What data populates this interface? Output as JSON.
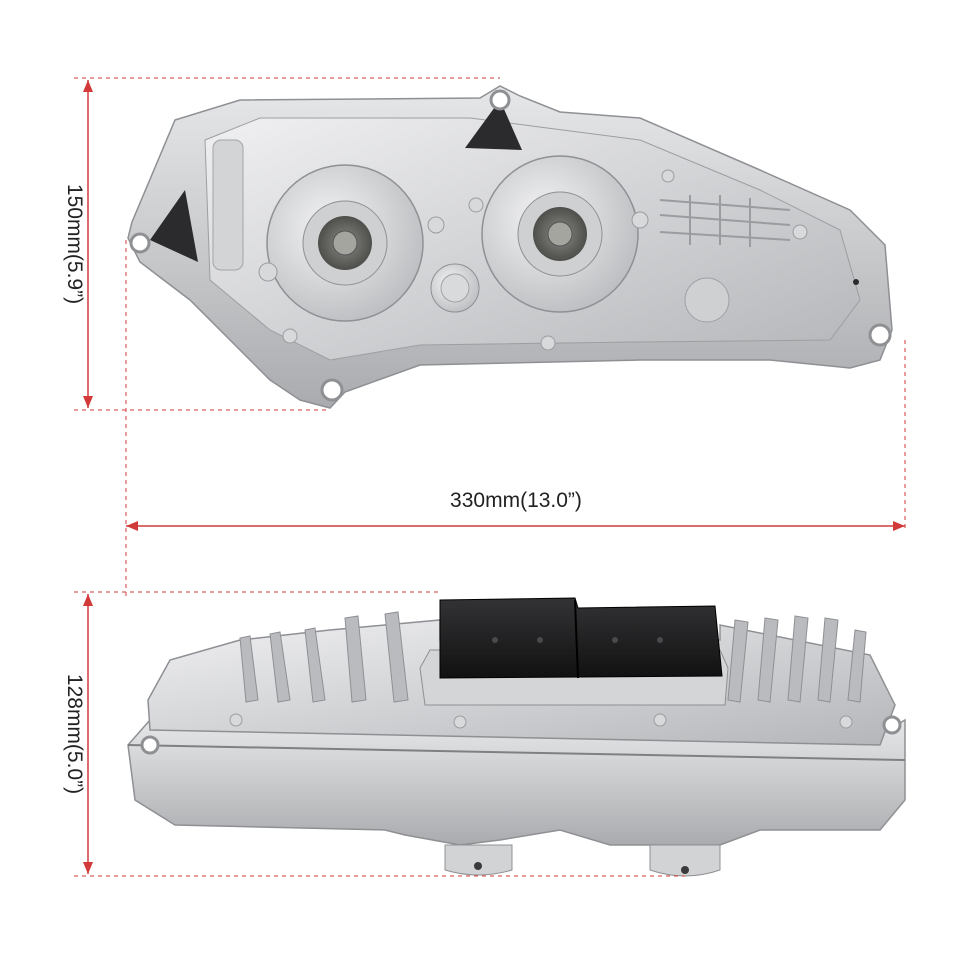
{
  "dimensions": {
    "height_top": "150mm(5.9”)",
    "width": "330mm(13.0”)",
    "height_bottom": "128mm(5.0”)"
  },
  "colors": {
    "dimension_line": "#d23a3a",
    "metal": "#c9cacc",
    "metal_dark": "#8e9093",
    "connector": "#1d1d1f"
  }
}
